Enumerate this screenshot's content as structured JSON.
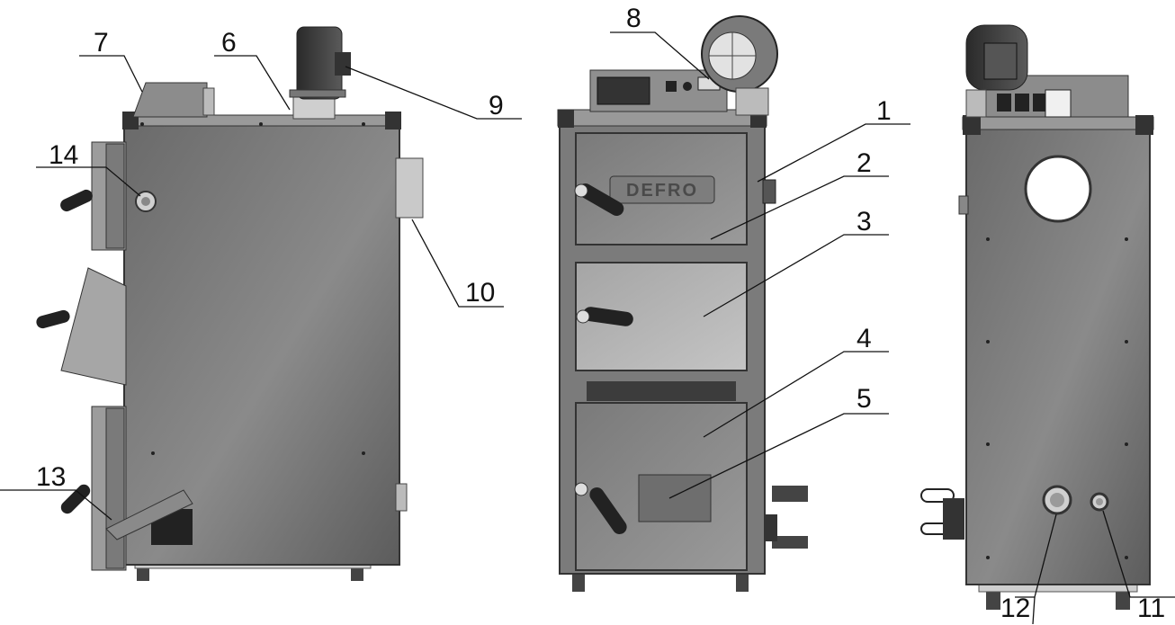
{
  "brand_label": "DEFRO",
  "callouts": [
    {
      "id": "1",
      "label": "1"
    },
    {
      "id": "2",
      "label": "2"
    },
    {
      "id": "3",
      "label": "3"
    },
    {
      "id": "4",
      "label": "4"
    },
    {
      "id": "5",
      "label": "5"
    },
    {
      "id": "6",
      "label": "6"
    },
    {
      "id": "7",
      "label": "7"
    },
    {
      "id": "8",
      "label": "8"
    },
    {
      "id": "9",
      "label": "9"
    },
    {
      "id": "10",
      "label": "10"
    },
    {
      "id": "11",
      "label": "11"
    },
    {
      "id": "12",
      "label": "12"
    },
    {
      "id": "13",
      "label": "13"
    },
    {
      "id": "14",
      "label": "14"
    }
  ]
}
